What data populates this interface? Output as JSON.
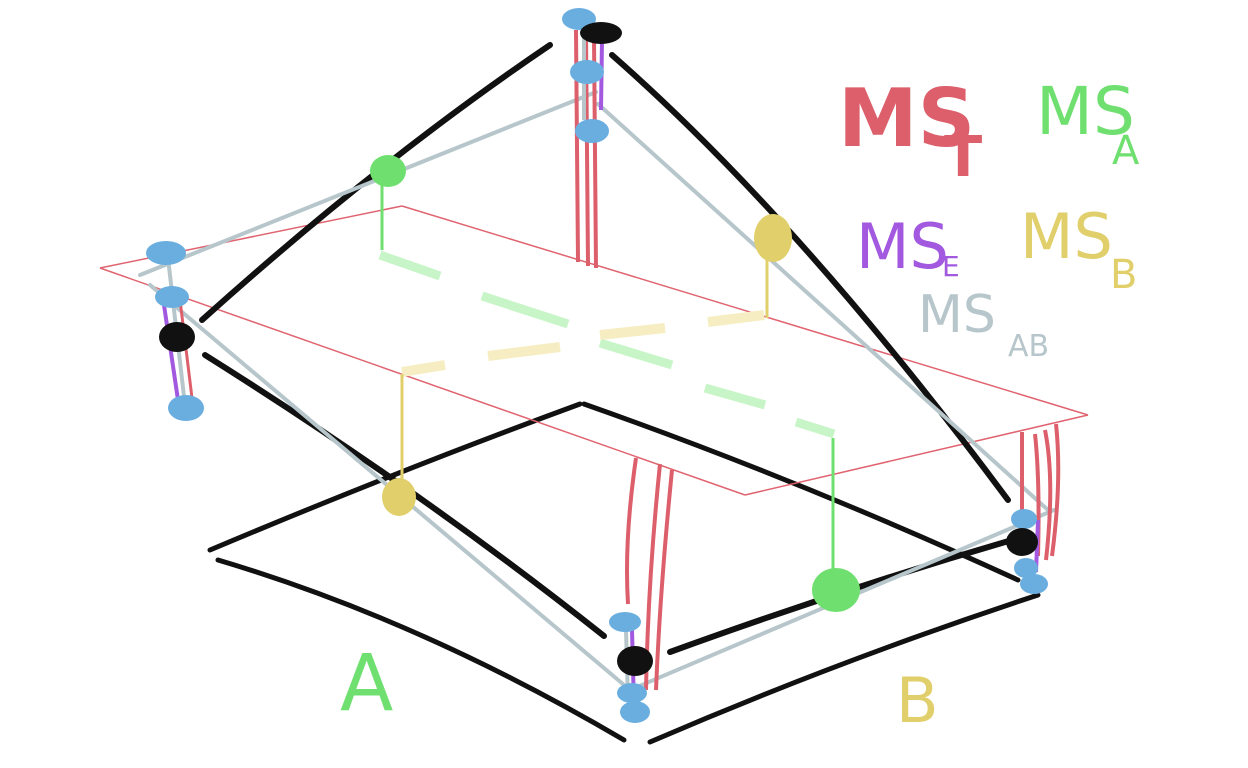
{
  "legend": {
    "ms_t": {
      "main": "MS",
      "sub": "T",
      "color": "#dc5f6b"
    },
    "ms_a": {
      "main": "MS",
      "sub": "A",
      "color": "#6fe06f"
    },
    "ms_e": {
      "main": "MS",
      "sub": "E",
      "color": "#a259e0"
    },
    "ms_b": {
      "main": "MS",
      "sub": "B",
      "color": "#e0cf6a"
    },
    "ms_ab": {
      "main": "MS",
      "sub": "AB",
      "color": "#b6c6cb"
    }
  },
  "factors": {
    "a": {
      "label": "A",
      "color": "#6fe06f"
    },
    "b": {
      "label": "B",
      "color": "#e0cf6a"
    }
  },
  "colors": {
    "outline": "#111111",
    "plane": "#e06470",
    "dot": "#6aaee0",
    "interaction": "#b6c6cb",
    "green": "#6fe06f",
    "yellow": "#e0cf6a",
    "purple": "#a259e0",
    "red": "#dc5f6b"
  }
}
